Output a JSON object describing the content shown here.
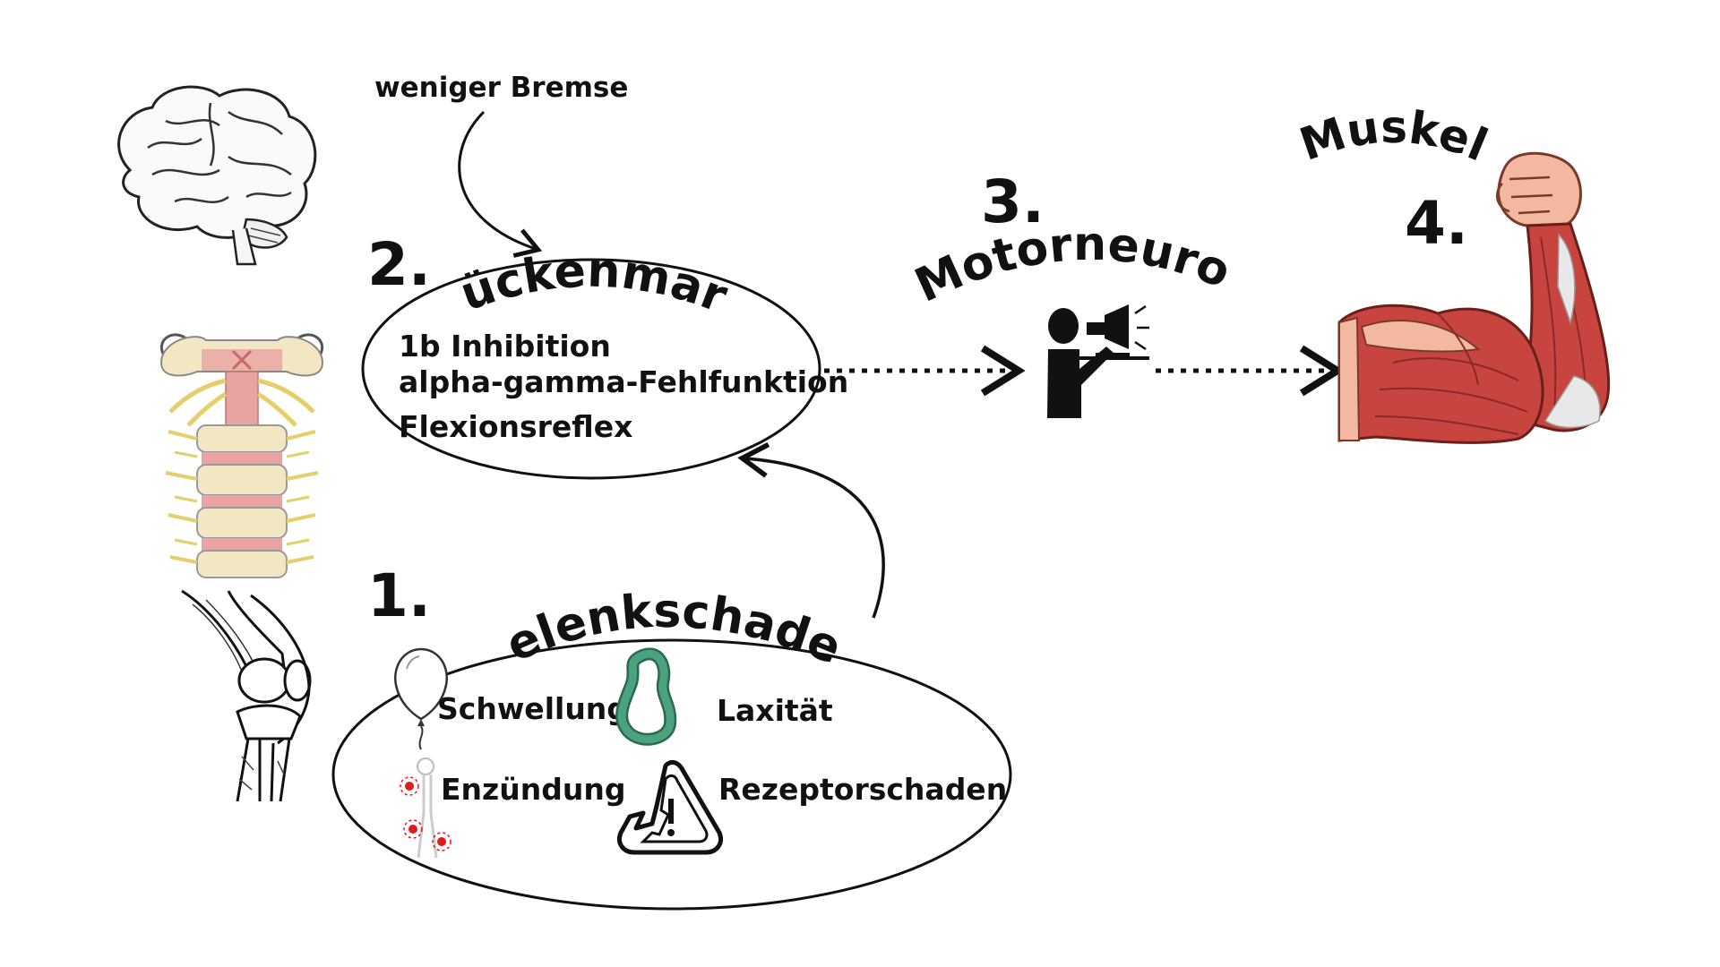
{
  "labels": {
    "brake_note": "weniger Bremse",
    "step1_number": "1.",
    "step1_title": "Gelenkschaden",
    "step2_number": "2.",
    "step2_title": "Rückenmark",
    "step3_number": "3.",
    "step3_title": "Motorneuron",
    "step4_number": "4.",
    "step4_title": "Muskel"
  },
  "spinal_cord_items": [
    "1b Inhibition",
    "alpha-gamma-Fehlfunktion",
    "Flexionsreflex"
  ],
  "joint_damage_items": {
    "swelling": "Schwellung",
    "laxity": "Laxität",
    "inflammation": "Enzündung",
    "receptor_damage": "Rezeptorschaden"
  },
  "icons": {
    "brain": "brain-icon",
    "spine": "spine-icon",
    "knee": "knee-joint-icon",
    "motorneuron": "person-megaphone-icon",
    "muscle": "flexed-arm-muscle-icon",
    "swelling": "balloon-icon",
    "laxity": "rubber-band-icon",
    "inflammation": "inflamed-joints-icon",
    "receptor_damage": "broken-warning-triangle-icon"
  },
  "colors": {
    "ink": "#111111",
    "muscle_red": "#c8453f",
    "skin": "#f2b8a0",
    "spine_bone": "#f3e6c2",
    "spine_disc": "#e9a3a0",
    "nerve_yellow": "#e6cf6b",
    "band_green": "#4aa37e",
    "inflammation_red": "#e01b1b"
  }
}
